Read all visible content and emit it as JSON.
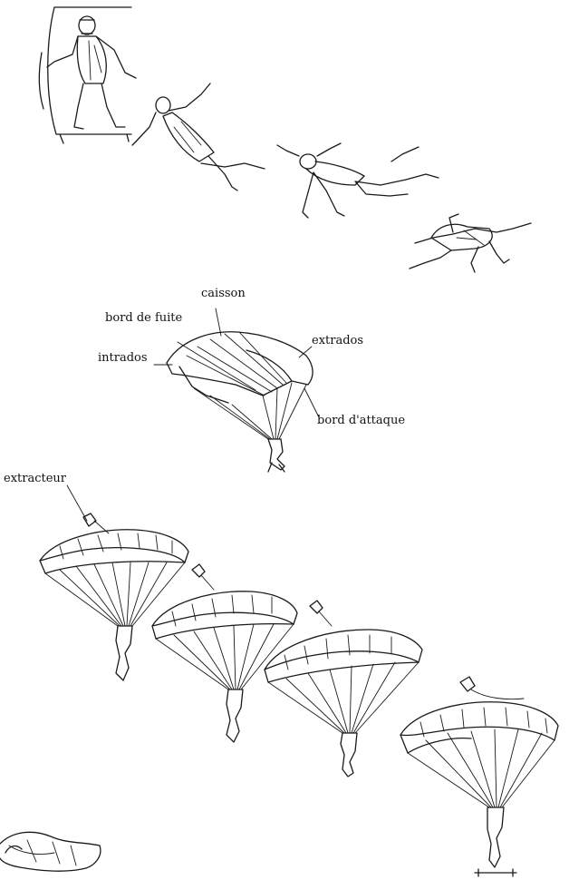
{
  "labels": {
    "caisson": "caisson",
    "bord_de_fuite": "bord de fuite",
    "extrados": "extrados",
    "intrados": "intrados",
    "bord_attaque": "bord d'attaque",
    "extracteur": "extracteur"
  },
  "colors": {
    "ink": "#1a1a1a",
    "background": "#ffffff"
  }
}
